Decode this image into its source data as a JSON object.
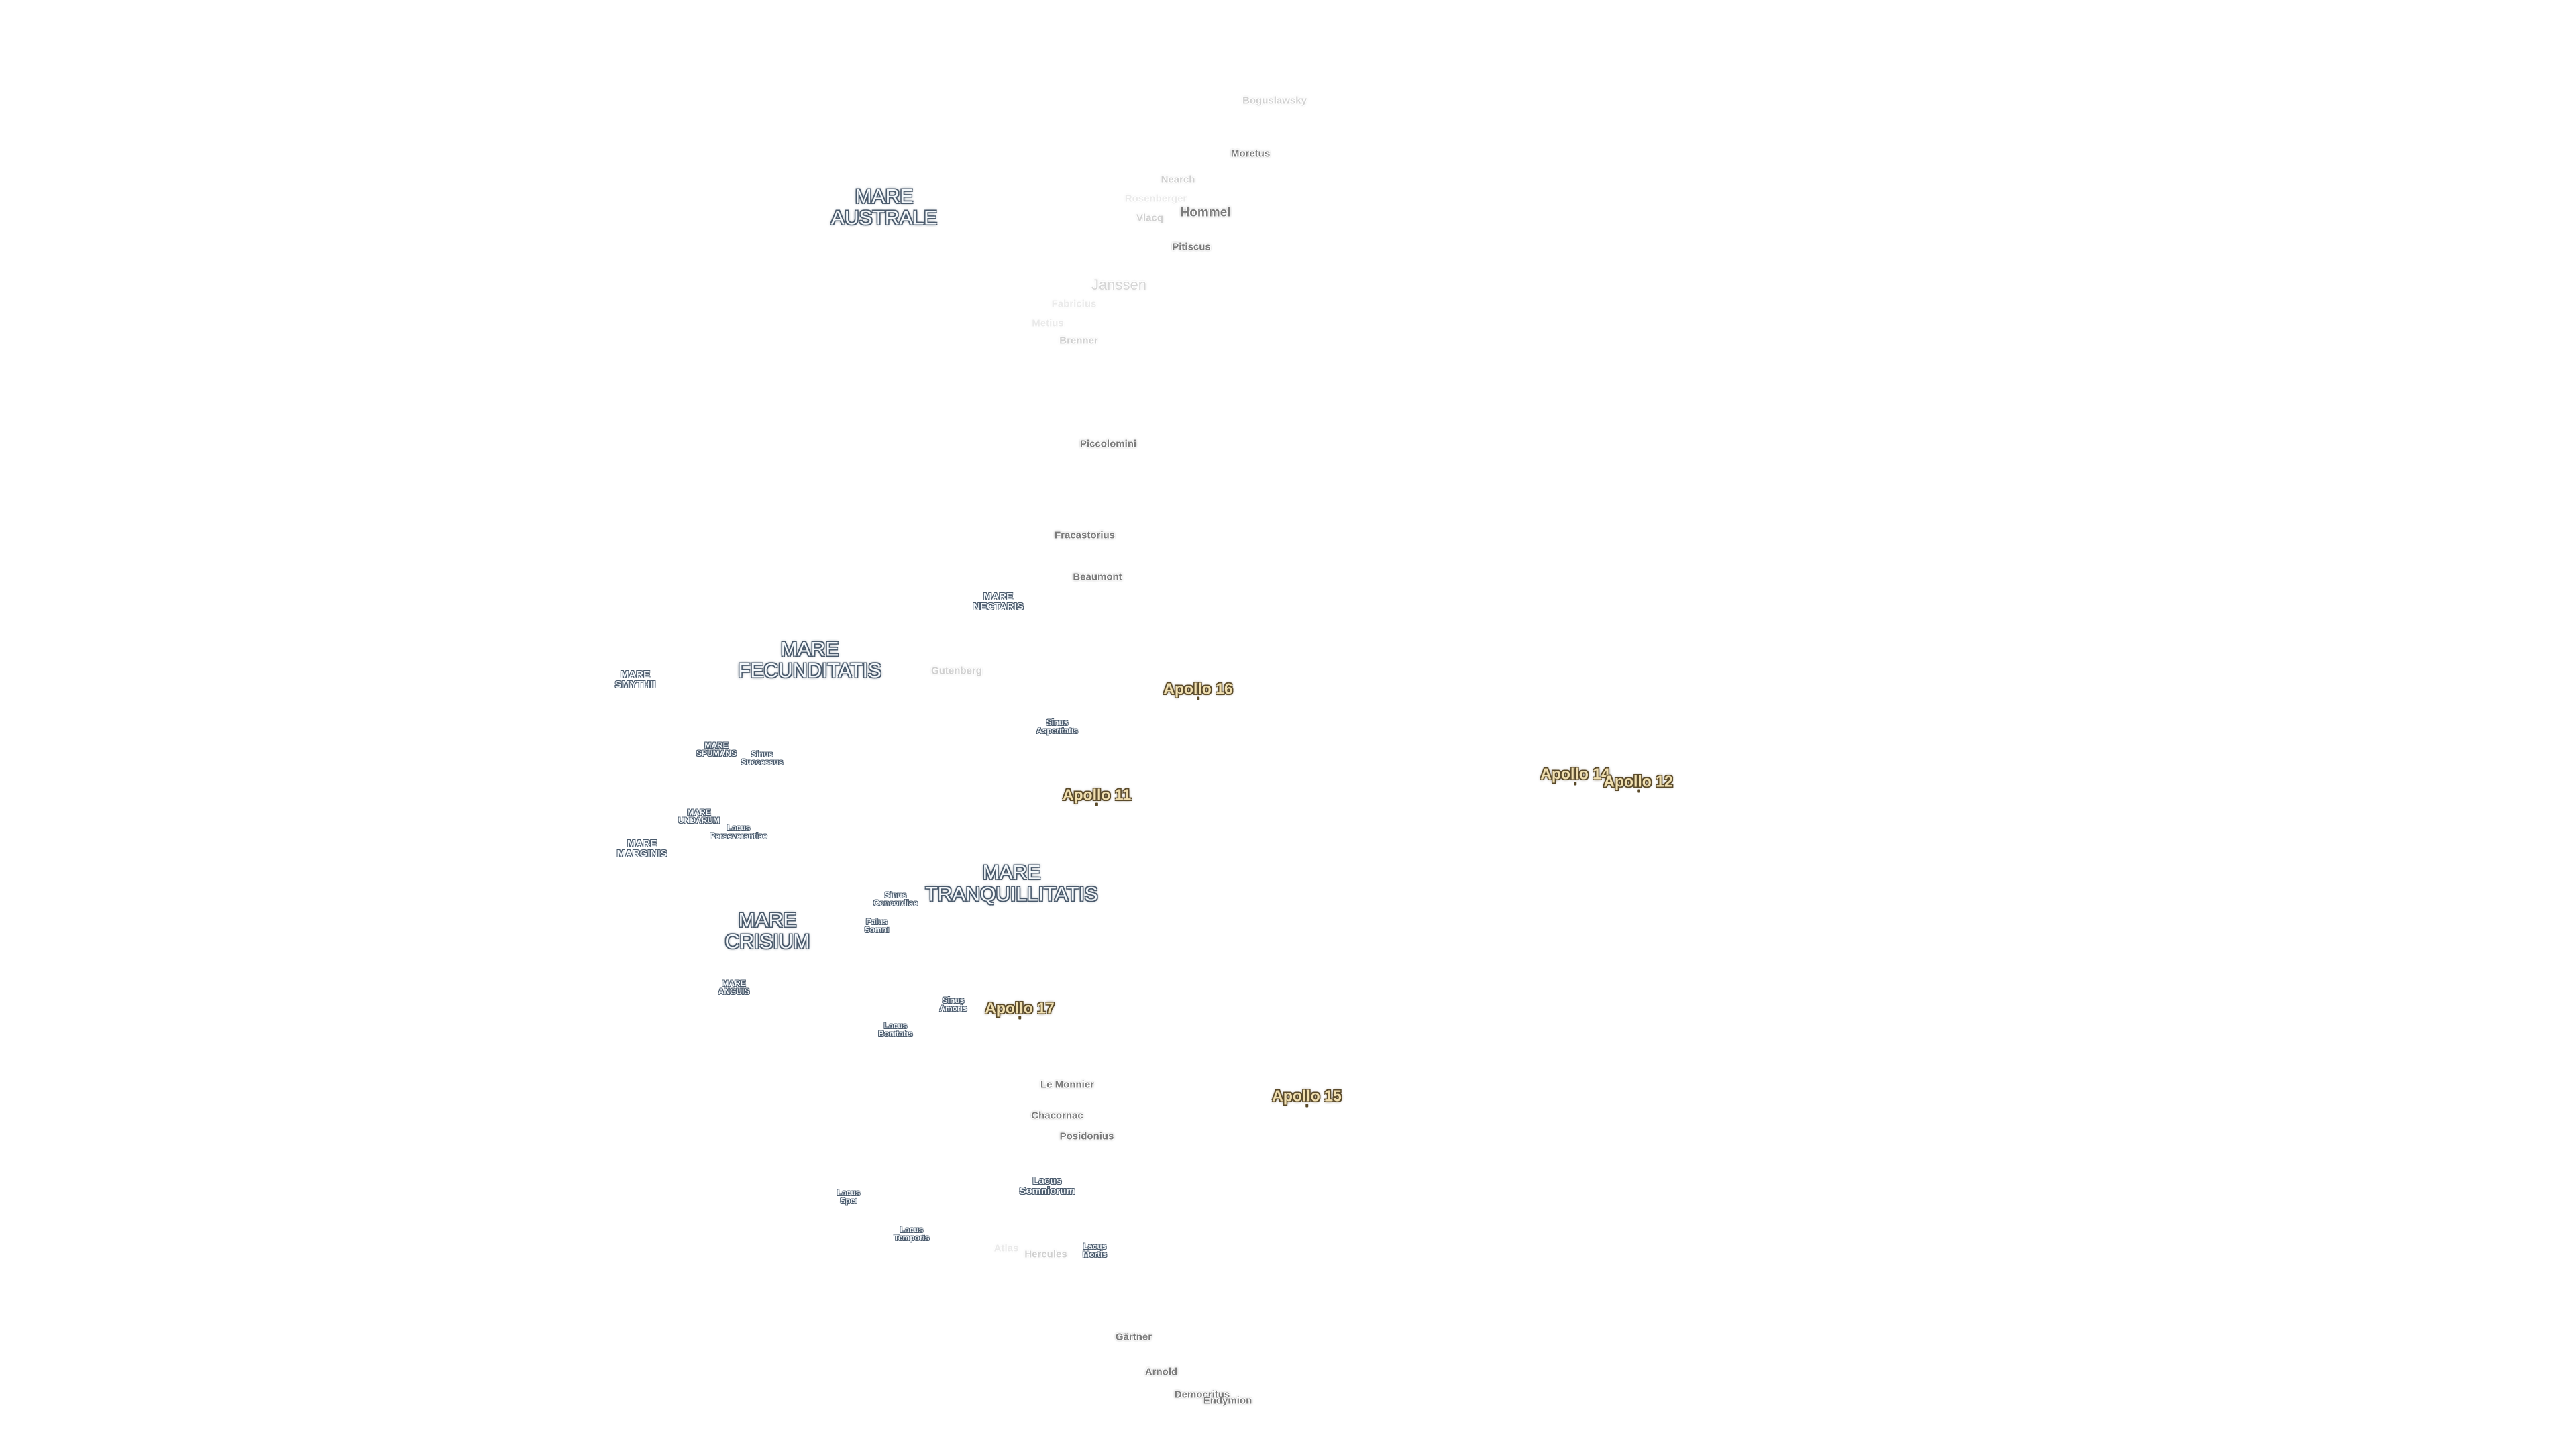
{
  "labels": {
    "mare_australe": [
      "MARE",
      "AUSTRALE"
    ],
    "mare_nectaris": [
      "MARE",
      "NECTARIS"
    ],
    "mare_fecunditatis": [
      "MARE",
      "FECUNDITATIS"
    ],
    "mare_smythii": [
      "MARE",
      "SMYTHII"
    ],
    "mare_spumans": [
      "MARE",
      "SPUMANS"
    ],
    "mare_undarum": [
      "MARE",
      "UNDARUM"
    ],
    "mare_marginis": [
      "MARE",
      "MARGINIS"
    ],
    "mare_crisium": [
      "MARE",
      "CRISIUM"
    ],
    "mare_anguis": [
      "MARE",
      "ANGUIS"
    ],
    "mare_tranquillitatis": [
      "MARE",
      "TRANQUILLITATIS"
    ],
    "sinus_successus": [
      "Sinus",
      "Successus"
    ],
    "lacus_perseverantiae": [
      "Lacus",
      "Perseverantiae"
    ],
    "sinus_asperitatis": [
      "Sinus",
      "Asperitatis"
    ],
    "sinus_concordiae": [
      "Sinus",
      "Concordiae"
    ],
    "palus_somni": [
      "Palus",
      "Somni"
    ],
    "sinus_amoris": [
      "Sinus",
      "Amoris"
    ],
    "lacus_bonitatis": [
      "Lacus",
      "Bonitatis"
    ],
    "lacus_somniorum": [
      "Lacus",
      "Somniorum"
    ],
    "lacus_spei": [
      "Lacus",
      "Spei"
    ],
    "lacus_temporis": [
      "Lacus",
      "Temporis"
    ],
    "lacus_mortis": [
      "Lacus",
      "Mortis"
    ],
    "boguslawsky": "Boguslawsky",
    "moretus": "Moretus",
    "hommel": "Hommel",
    "nearch": "Nearch",
    "rosenberger": "Rosenberger",
    "vlacq": "Vlacq",
    "pitiscus": "Pitiscus",
    "janssen": "Janssen",
    "fabricius": "Fabricius",
    "metius": "Metius",
    "brenner": "Brenner",
    "piccolomini": "Piccolomini",
    "fracastorius": "Fracastorius",
    "beaumont": "Beaumont",
    "gutenberg": "Gutenberg",
    "le_monnier": "Le Monnier",
    "chacornac": "Chacornac",
    "posidonius": "Posidonius",
    "atlas": "Atlas",
    "hercules": "Hercules",
    "gartner": "Gärtner",
    "arnold": "Arnold",
    "democritus": "Democritus",
    "endymion": "Endymion",
    "apollo_16": "Apollo 16",
    "apollo_11": "Apollo 11",
    "apollo_14": "Apollo 14",
    "apollo_12": "Apollo 12",
    "apollo_17": "Apollo 17",
    "apollo_15": "Apollo 15"
  }
}
